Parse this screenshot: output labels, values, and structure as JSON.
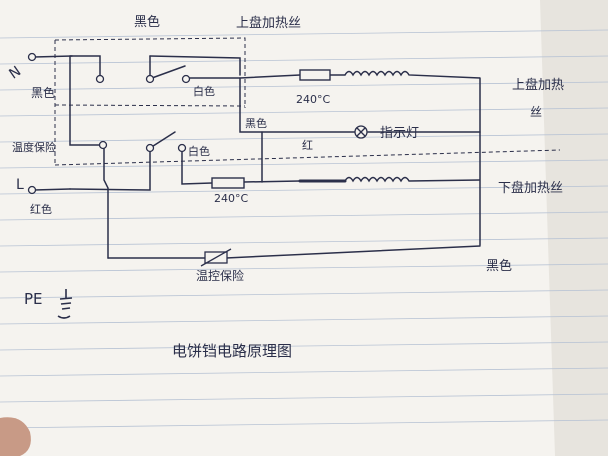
{
  "labels": {
    "top_black": "黑色",
    "top_heater": "上盘加热丝",
    "n_terminal": "N",
    "n_color": "黑色",
    "switch_white": "白色",
    "temp_upper": "240°C",
    "upper_heater": "上盘加热",
    "upper_heater_2": "丝",
    "black_wire": "黑色",
    "red_wire": "红",
    "indicator": "指示灯",
    "fuse_label": "温度保险",
    "switch_white_2": "白色",
    "l_terminal": "L",
    "l_color": "红色",
    "temp_lower": "240°C",
    "lower_heater": "下盘加热丝",
    "right_black": "黑色",
    "thermal_fuse": "温控保险",
    "pe": "PE",
    "title": "电饼铛电路原理图"
  },
  "colors": {
    "paper": "#f5f3ef",
    "ink": "#2b2f4a",
    "grid": "#b8c3d4"
  }
}
